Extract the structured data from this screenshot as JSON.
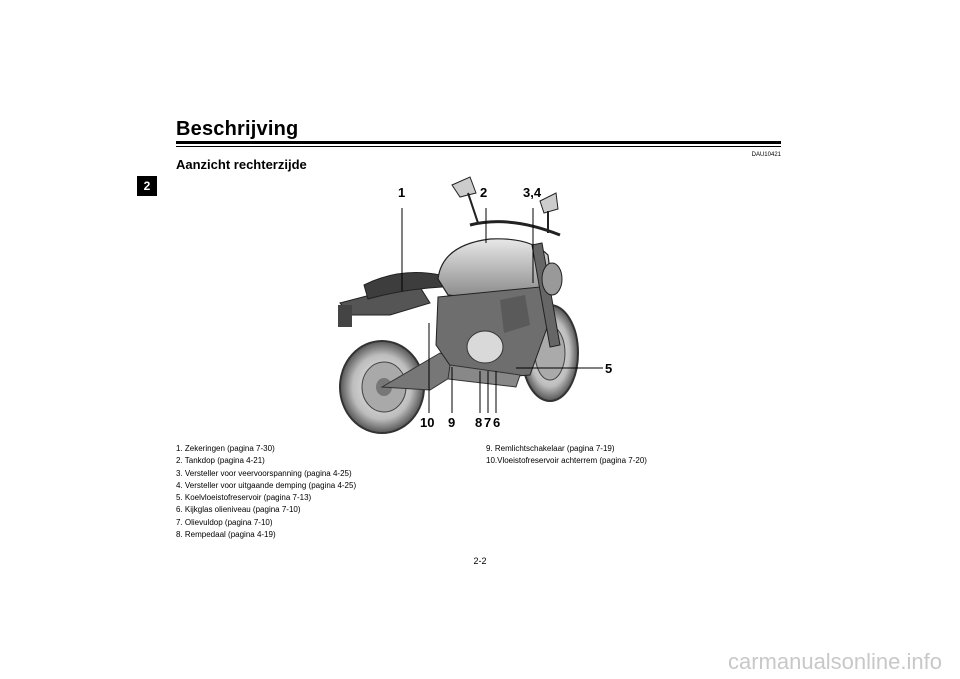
{
  "sidetab": "2",
  "chapter_title": "Beschrijving",
  "section_title": "Aanzicht rechterzijde",
  "doc_code": "DAU10421",
  "figure": {
    "callouts": [
      "1",
      "2",
      "3,4",
      "5",
      "10",
      "9",
      "8",
      "7",
      "6"
    ]
  },
  "legend_left": [
    "1.  Zekeringen (pagina 7-30)",
    "2.  Tankdop (pagina 4-21)",
    "3.  Versteller voor veervoorspanning (pagina 4-25)",
    "4.  Versteller voor uitgaande demping (pagina 4-25)",
    "5.  Koelvloeistofreservoir (pagina 7-13)",
    "6.  Kijkglas olieniveau (pagina 7-10)",
    "7.  Olievuldop (pagina 7-10)",
    "8.  Rempedaal (pagina 4-19)"
  ],
  "legend_right": [
    "9.  Remlichtschakelaar (pagina 7-19)",
    "10.Vloeistofreservoir achterrem (pagina 7-20)"
  ],
  "page_number": "2-2",
  "watermark": "carmanualsonline.info"
}
